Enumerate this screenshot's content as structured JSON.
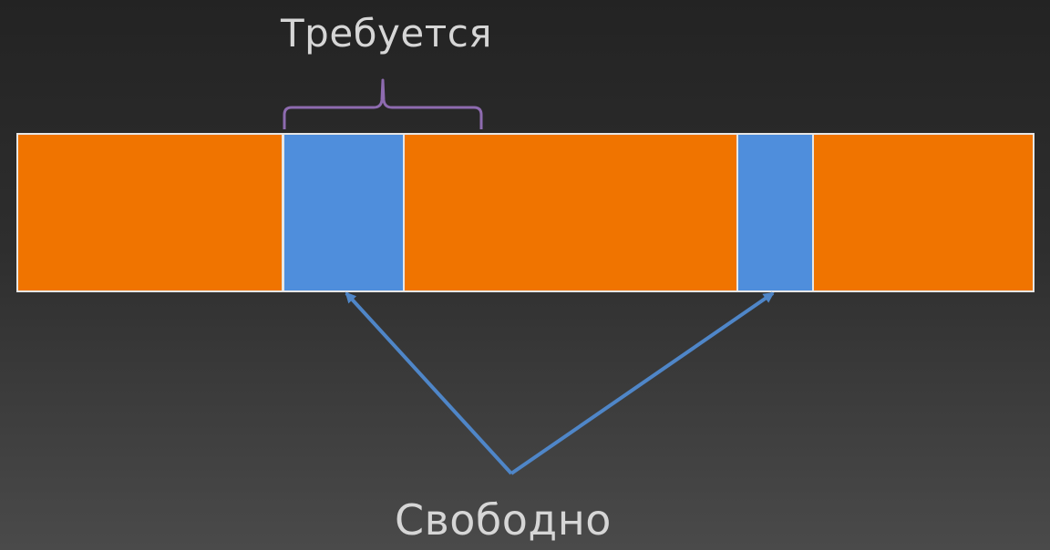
{
  "labels": {
    "required": "Требуется",
    "free": "Свободно"
  },
  "colors": {
    "occupied": "#f07400",
    "free": "#4f8edc",
    "border": "#e6e6e6",
    "brace": "#8e6bb0",
    "arrow": "#4f86c8",
    "text": "#d6d6d6"
  },
  "memory_strip": {
    "segments": [
      {
        "kind": "occupied"
      },
      {
        "kind": "free"
      },
      {
        "kind": "occupied"
      },
      {
        "kind": "free"
      },
      {
        "kind": "occupied"
      }
    ]
  }
}
